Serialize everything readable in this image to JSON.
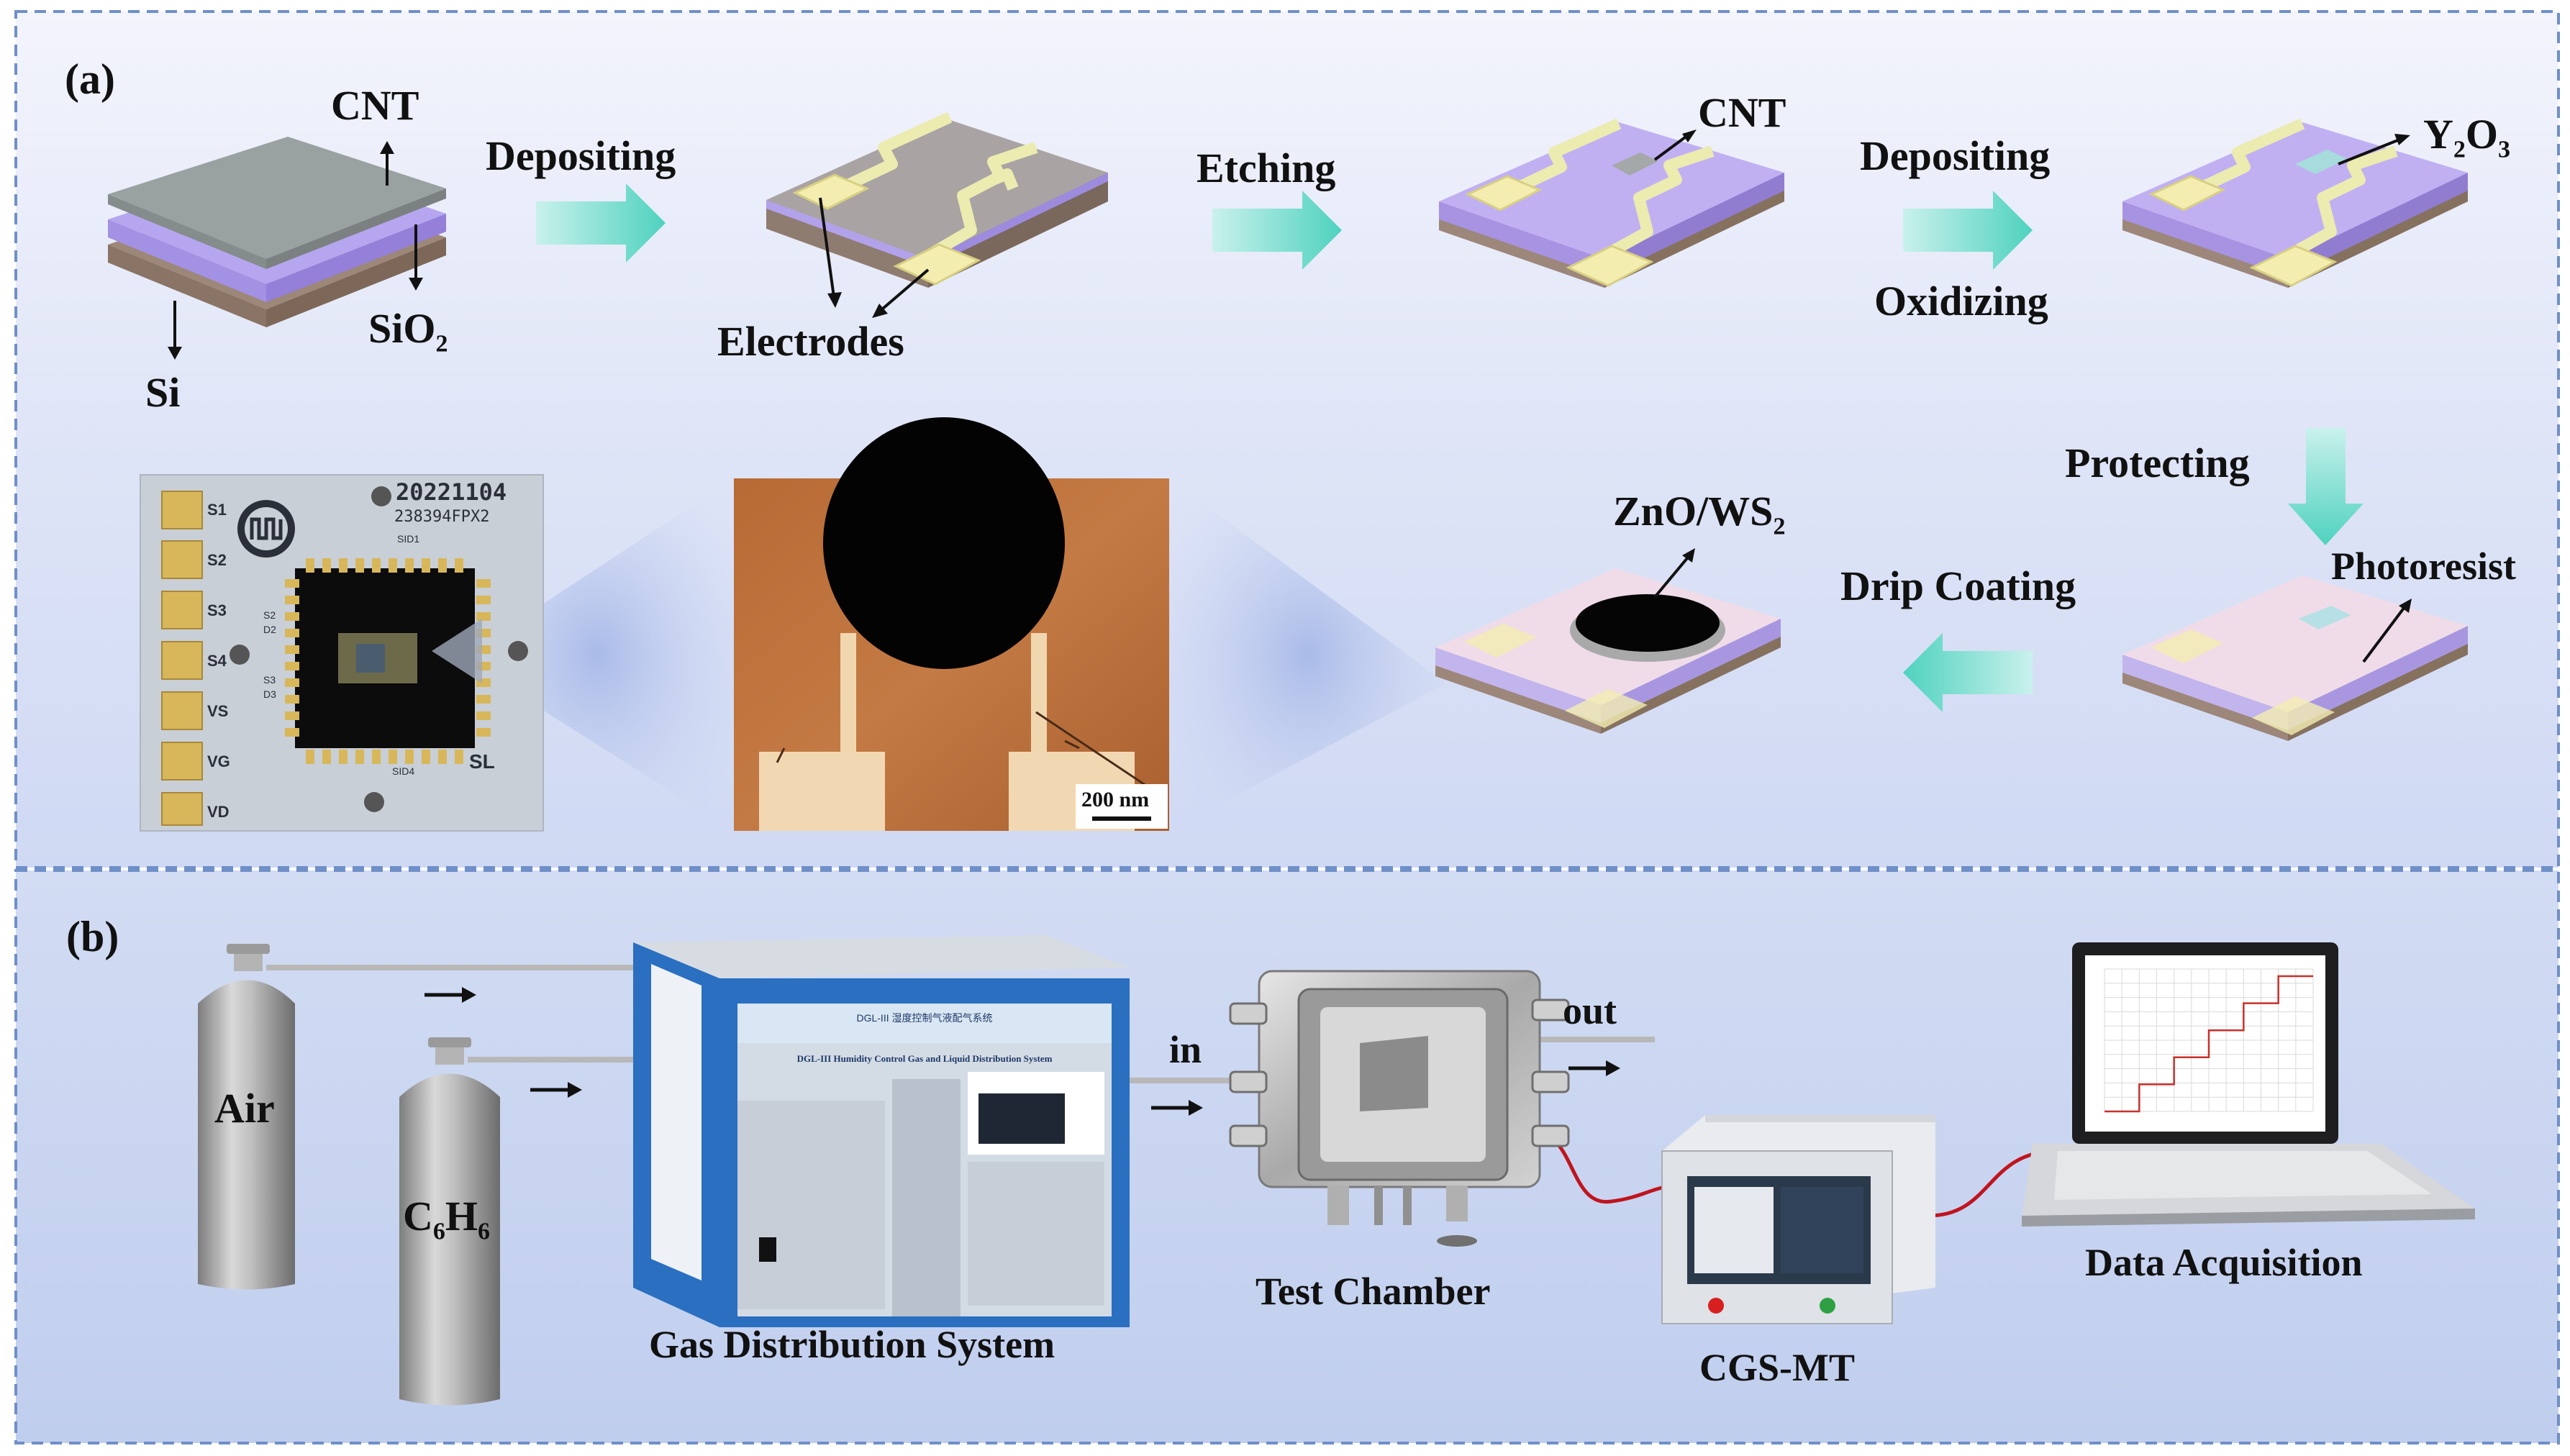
{
  "panel_a": {
    "label": "(a)",
    "layers": {
      "cnt": "CNT",
      "sio2": "SiO",
      "sio2_sub": "2",
      "si": "Si"
    },
    "steps": {
      "depositing1": "Depositing",
      "etching": "Etching",
      "depositing2": "Depositing",
      "oxidizing": "Oxidizing",
      "protecting": "Protecting",
      "drip_coating": "Drip Coating"
    },
    "callouts": {
      "electrodes": "Electrodes",
      "cnt2": "CNT",
      "y2o3_main": "Y",
      "y2o3_sub1": "2",
      "y2o3_o": "O",
      "y2o3_sub2": "3",
      "photoresist": "Photoresist",
      "zno_main": "ZnO/WS",
      "zno_sub": "2"
    },
    "chip_photo": {
      "date": "20221104",
      "code": "238394FPX2",
      "pads": [
        "S1",
        "S2",
        "S3",
        "S4",
        "VS",
        "VG",
        "VD"
      ],
      "inner": [
        "SID1",
        "S2",
        "D2",
        "S3",
        "D3",
        "SID4",
        "SL"
      ]
    },
    "micrograph": {
      "scale": "200 nm"
    }
  },
  "panel_b": {
    "label": "(b)",
    "cylinders": {
      "air": "Air",
      "c6h6_c": "C",
      "c6h6_sub1": "6",
      "c6h6_h": "H",
      "c6h6_sub2": "6"
    },
    "labels": {
      "gds": "Gas Distribution System",
      "in": "in",
      "out": "out",
      "chamber": "Test Chamber",
      "cgs": "CGS-MT",
      "daq": "Data Acquisition"
    },
    "gds_panel": {
      "title_cn": "DGL-III 湿度控制气液配气系统",
      "title_en": "DGL-III Humidity Control Gas and Liquid Distribution System"
    }
  },
  "colors": {
    "border_dash": "#6f8fc8",
    "arrow_teal": "#5ed6c4",
    "electrode": "#f4eeae",
    "sio2": "#b7a8f0",
    "si": "#a89080",
    "cnt_gray": "#9aa1a1",
    "gds_blue": "#2a6fc0"
  },
  "chart_data": {
    "type": "line",
    "series": [
      {
        "values": [
          0,
          0,
          1,
          1,
          2,
          2,
          3,
          3,
          4,
          4,
          5,
          5
        ]
      }
    ]
  }
}
